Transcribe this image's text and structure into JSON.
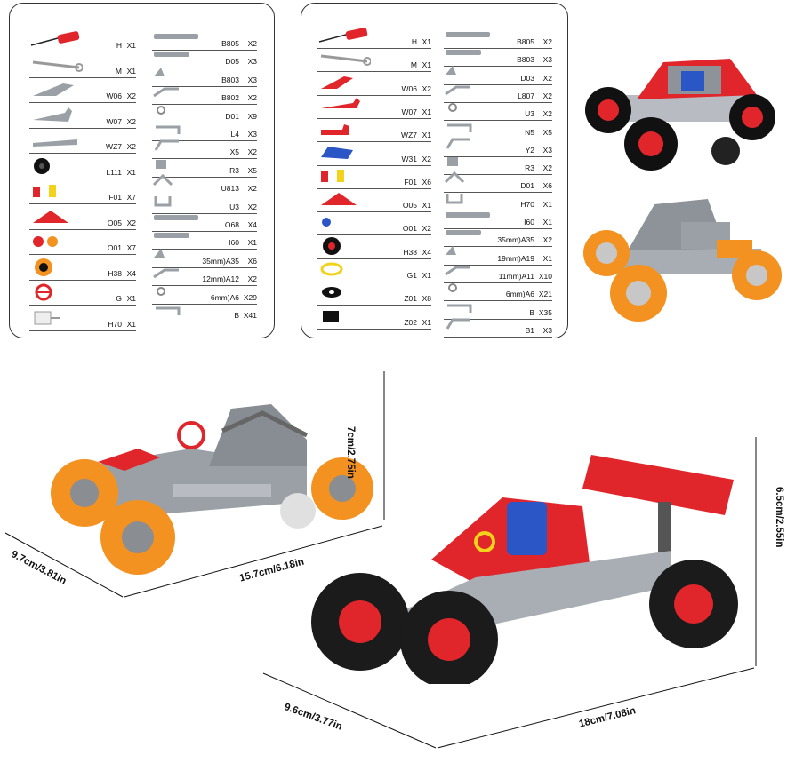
{
  "left_panel": {
    "col1": [
      {
        "code": "H",
        "qty": "X1",
        "icon": "screwdriver-icon"
      },
      {
        "code": "M",
        "qty": "X1",
        "icon": "wrench-icon"
      },
      {
        "code": "W06",
        "qty": "X2",
        "icon": "bracket-plate-icon"
      },
      {
        "code": "W07",
        "qty": "X2",
        "icon": "angle-plate-icon"
      },
      {
        "code": "WZ7",
        "qty": "X2",
        "icon": "flat-plate-icon"
      },
      {
        "code": "L111",
        "qty": "X1",
        "icon": "tire-small-icon"
      },
      {
        "code": "F01",
        "qty": "X7",
        "icon": "connector-icon"
      },
      {
        "code": "O05",
        "qty": "X2",
        "icon": "triangle-plate-icon"
      },
      {
        "code": "O01",
        "qty": "X7",
        "icon": "spacer-icon"
      },
      {
        "code": "H38",
        "qty": "X4",
        "icon": "orange-wheel-icon"
      },
      {
        "code": "G",
        "qty": "X1",
        "icon": "steering-wheel-icon"
      },
      {
        "code": "H70",
        "qty": "X1",
        "icon": "gear-block-icon"
      }
    ],
    "col2": [
      {
        "code": "B805",
        "qty": "X2"
      },
      {
        "code": "D05",
        "qty": "X3"
      },
      {
        "code": "B803",
        "qty": "X3"
      },
      {
        "code": "B802",
        "qty": "X2"
      },
      {
        "code": "D01",
        "qty": "X9"
      },
      {
        "code": "L4",
        "qty": "X3"
      },
      {
        "code": "X5",
        "qty": "X2"
      },
      {
        "code": "R3",
        "qty": "X5"
      },
      {
        "code": "U813",
        "qty": "X2"
      },
      {
        "code": "U3",
        "qty": "X2"
      },
      {
        "code": "O68",
        "qty": "X4"
      },
      {
        "code": "I60",
        "qty": "X1"
      },
      {
        "code": "35mm)A35",
        "qty": "X6"
      },
      {
        "code": "12mm)A12",
        "qty": "X2"
      },
      {
        "code": "6mm)A6",
        "qty": "X29"
      },
      {
        "code": "B",
        "qty": "X41"
      }
    ]
  },
  "right_panel": {
    "col1": [
      {
        "code": "H",
        "qty": "X1",
        "icon": "screwdriver-icon"
      },
      {
        "code": "M",
        "qty": "X1",
        "icon": "wrench-icon"
      },
      {
        "code": "W06",
        "qty": "X2",
        "icon": "red-bracket-icon"
      },
      {
        "code": "W07",
        "qty": "X1",
        "icon": "red-angle-icon"
      },
      {
        "code": "WZ7",
        "qty": "X1",
        "icon": "red-mount-icon"
      },
      {
        "code": "W31",
        "qty": "X2",
        "icon": "blue-seat-icon"
      },
      {
        "code": "F01",
        "qty": "X6",
        "icon": "connector-icon"
      },
      {
        "code": "O05",
        "qty": "X1",
        "icon": "red-triangle-icon"
      },
      {
        "code": "O01",
        "qty": "X2",
        "icon": "blue-spacer-icon"
      },
      {
        "code": "H38",
        "qty": "X4",
        "icon": "black-wheel-icon"
      },
      {
        "code": "G1",
        "qty": "X1",
        "icon": "yellow-steering-icon"
      },
      {
        "code": "Z01",
        "qty": "X8",
        "icon": "black-ring-icon"
      },
      {
        "code": "Z02",
        "qty": "X1",
        "icon": "black-block-icon"
      }
    ],
    "col2": [
      {
        "code": "B805",
        "qty": "X2"
      },
      {
        "code": "B803",
        "qty": "X3"
      },
      {
        "code": "D03",
        "qty": "X2"
      },
      {
        "code": "L807",
        "qty": "X2"
      },
      {
        "code": "U3",
        "qty": "X2"
      },
      {
        "code": "N5",
        "qty": "X5"
      },
      {
        "code": "Y2",
        "qty": "X3"
      },
      {
        "code": "R3",
        "qty": "X2"
      },
      {
        "code": "D01",
        "qty": "X6"
      },
      {
        "code": "H70",
        "qty": "X1"
      },
      {
        "code": "I60",
        "qty": "X1"
      },
      {
        "code": "35mm)A35",
        "qty": "X2"
      },
      {
        "code": "19mm)A19",
        "qty": "X1"
      },
      {
        "code": "11mm)A11",
        "qty": "X10"
      },
      {
        "code": "6mm)A6",
        "qty": "X21"
      },
      {
        "code": "B",
        "qty": "X35"
      },
      {
        "code": "B1",
        "qty": "X3"
      }
    ]
  },
  "dimensions": {
    "grey_height": "7cm/2.75in",
    "grey_depth": "9.7cm/3.81in",
    "grey_length": "15.7cm/6.18in",
    "red_height": "6.5cm/2.55in",
    "red_depth": "9.6cm/3.77in",
    "red_length": "18cm/7.08in"
  },
  "colors": {
    "red": "#e0262b",
    "orange": "#f39221",
    "steel": "#9aa0a6",
    "blue": "#2a56c6",
    "yellow": "#f2d21a"
  }
}
